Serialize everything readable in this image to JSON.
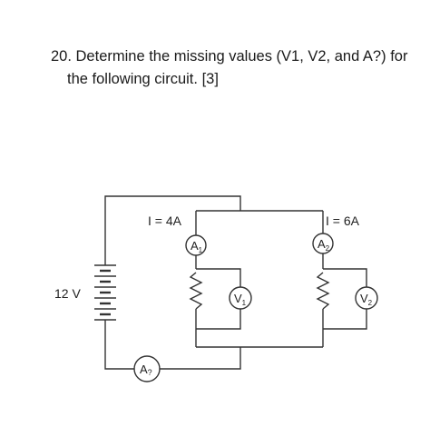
{
  "question": {
    "line1": "20. Determine the missing values (V1, V2, and A?) for",
    "line2": "the following circuit. [3]"
  },
  "circuit": {
    "battery_label": "12 V",
    "branch1_current_label": "I = 4A",
    "branch2_current_label": "I = 6A",
    "ammeter_1": {
      "letter": "A",
      "subscript": "1"
    },
    "ammeter_2": {
      "letter": "A",
      "subscript": "2"
    },
    "ammeter_total": {
      "letter": "A",
      "subscript": "?"
    },
    "voltmeter_1": {
      "letter": "V",
      "subscript": "1"
    },
    "voltmeter_2": {
      "letter": "V",
      "subscript": "2"
    },
    "wire_color": "#333333"
  }
}
